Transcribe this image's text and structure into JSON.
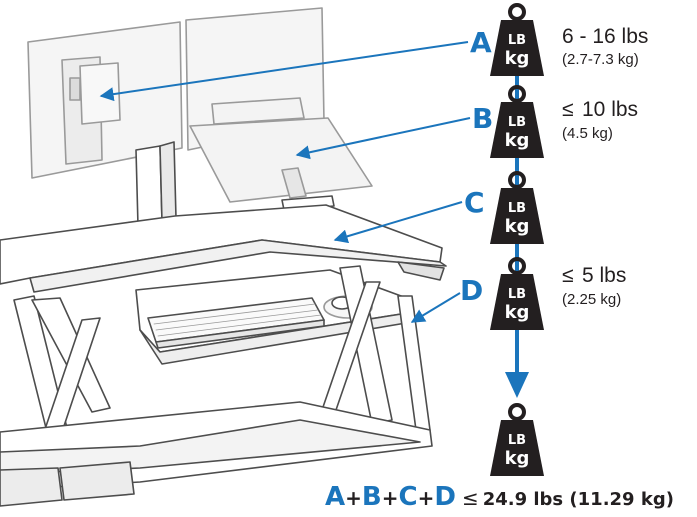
{
  "accent_color": "#1b75bc",
  "weight_icon": {
    "icon": "kettlebell-weight-icon",
    "line1": "LB",
    "line2": "kg"
  },
  "items": [
    {
      "letter": "A",
      "label": "6 - 16 lbs",
      "sub": "(2.7-7.3 kg)"
    },
    {
      "letter": "B",
      "label": "10 lbs",
      "sub": "(4.5 kg)"
    },
    {
      "letter": "C",
      "label": "",
      "sub": ""
    },
    {
      "letter": "D",
      "label": "5 lbs",
      "sub": "(2.25 kg)"
    }
  ],
  "formula": {
    "letters": [
      "A",
      "B",
      "C",
      "D"
    ],
    "plus": "+",
    "total": "24.9 lbs (11.29 kg)"
  },
  "less_equal_symbol": "≤"
}
